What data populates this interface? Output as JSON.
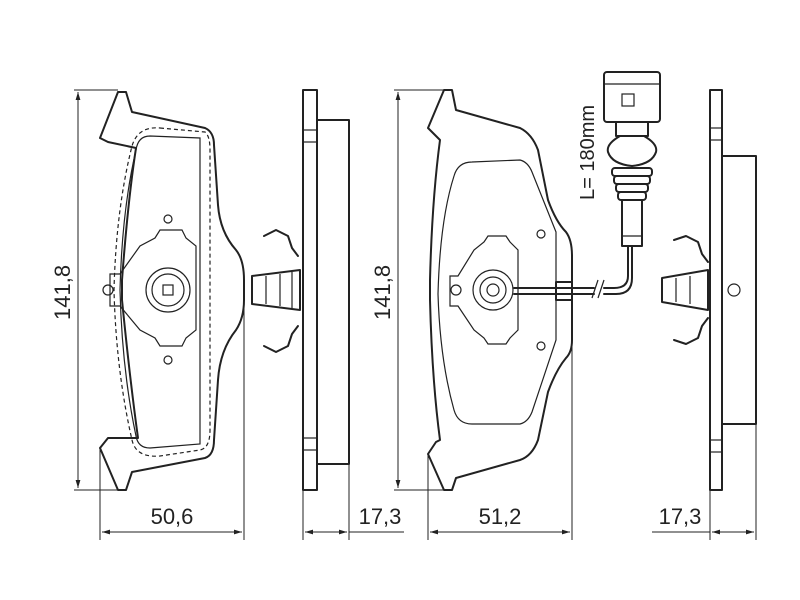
{
  "dimensions": {
    "height_left": "141,8",
    "width_left": "50,6",
    "thickness_left": "17,3",
    "height_right": "141,8",
    "width_right": "51,2",
    "thickness_right": "17,3"
  },
  "sensor": {
    "cable_length": "L= 180mm"
  }
}
